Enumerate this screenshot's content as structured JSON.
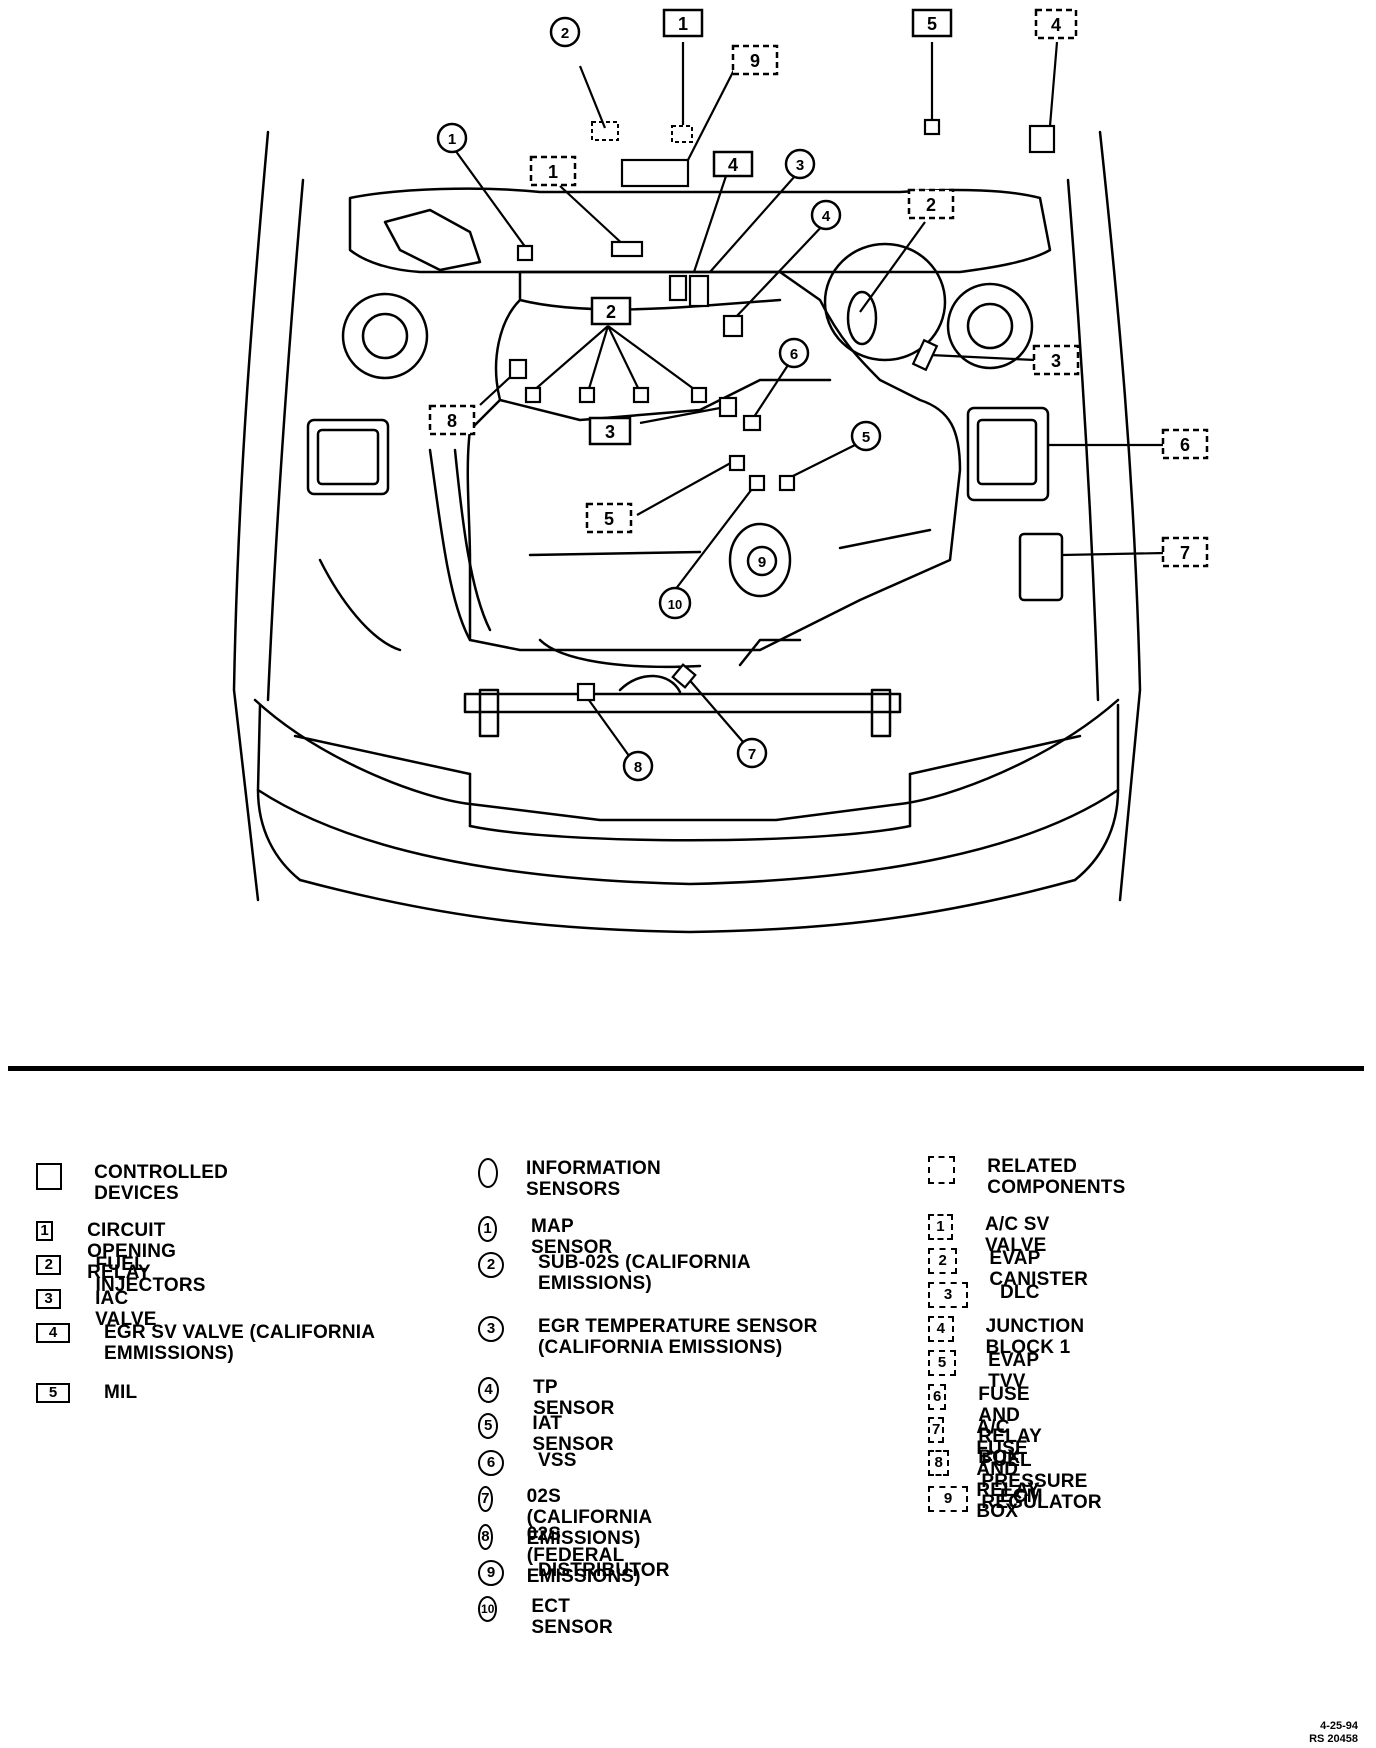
{
  "legend": {
    "controlled": {
      "header": "CONTROLLED DEVICES",
      "items": [
        {
          "num": "1",
          "label": "CIRCUIT OPENING RELAY"
        },
        {
          "num": "2",
          "label": "FUEL INJECTORS"
        },
        {
          "num": "3",
          "label": "IAC VALVE"
        },
        {
          "num": "4",
          "label": "EGR SV VALVE (CALIFORNIA EMMISSIONS)"
        },
        {
          "num": "5",
          "label": "MIL"
        }
      ]
    },
    "sensors": {
      "header": "INFORMATION SENSORS",
      "items": [
        {
          "num": "1",
          "label": "MAP SENSOR"
        },
        {
          "num": "2",
          "label": "SUB-02S (CALIFORNIA EMISSIONS)"
        },
        {
          "num": "3",
          "label": "EGR TEMPERATURE SENSOR (CALIFORNIA EMISSIONS)"
        },
        {
          "num": "4",
          "label": "TP SENSOR"
        },
        {
          "num": "5",
          "label": "IAT SENSOR"
        },
        {
          "num": "6",
          "label": "VSS"
        },
        {
          "num": "7",
          "label": "02S (CALIFORNIA EMISSIONS)"
        },
        {
          "num": "8",
          "label": "02S (FEDERAL EMISSIONS)"
        },
        {
          "num": "9",
          "label": "DISTRIBUTOR"
        },
        {
          "num": "10",
          "label": "ECT SENSOR"
        }
      ]
    },
    "related": {
      "header": "RELATED COMPONENTS",
      "items": [
        {
          "num": "1",
          "label": "A/C SV VALVE"
        },
        {
          "num": "2",
          "label": "EVAP CANISTER"
        },
        {
          "num": "3",
          "label": "DLC"
        },
        {
          "num": "4",
          "label": "JUNCTION BLOCK 1"
        },
        {
          "num": "5",
          "label": "EVAP TVV"
        },
        {
          "num": "6",
          "label": "FUSE AND RELAY BOX"
        },
        {
          "num": "7",
          "label": "A/C FUSE AND RELAY BOX"
        },
        {
          "num": "8",
          "label": "FUEL PRESSURE REGULATOR"
        },
        {
          "num": "9",
          "label": "ECM"
        }
      ]
    }
  },
  "diagram_callouts": {
    "solid_boxes": [
      "1",
      "5",
      "4",
      "2",
      "3"
    ],
    "dashed_boxes": [
      "4",
      "9",
      "1",
      "2",
      "3",
      "6",
      "7",
      "8",
      "5"
    ],
    "circles": [
      "2",
      "1",
      "3",
      "4",
      "6",
      "5",
      "9",
      "10",
      "8",
      "7"
    ]
  },
  "footer": {
    "date": "4-25-94",
    "code": "RS 20458"
  }
}
